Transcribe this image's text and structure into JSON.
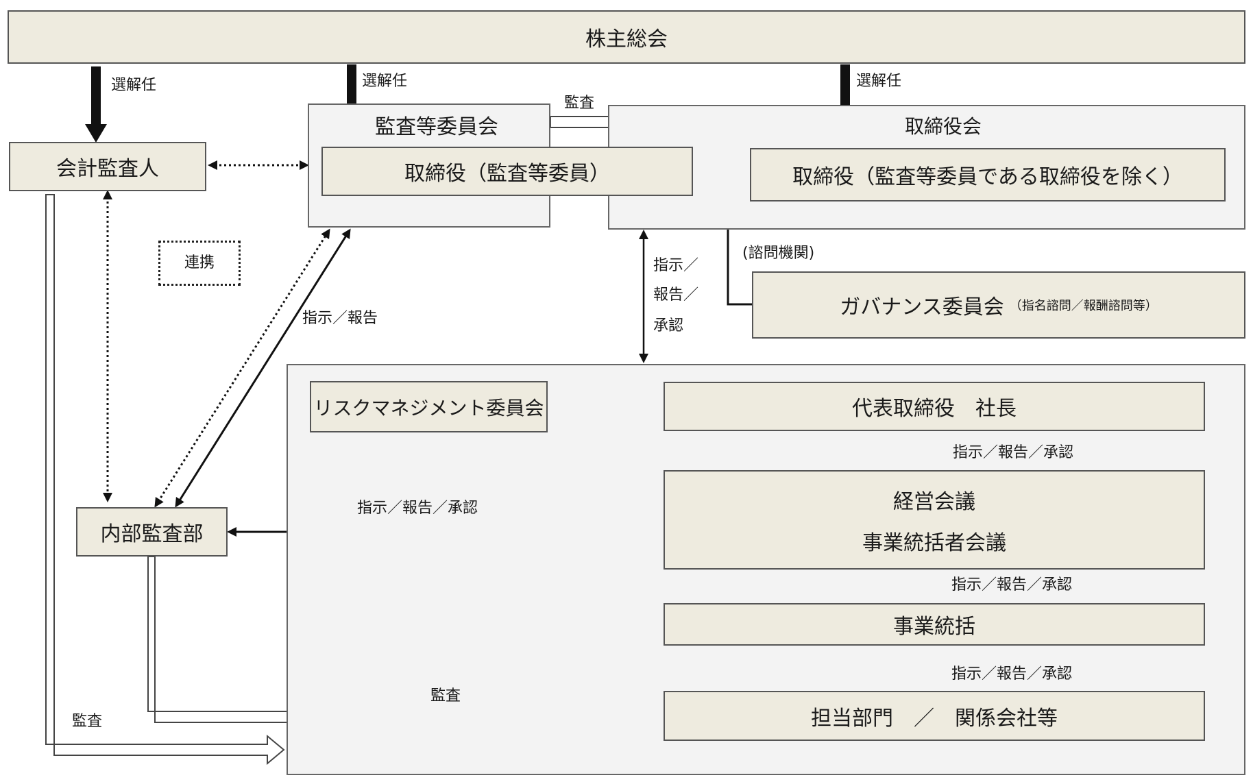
{
  "nodes": {
    "shareholders": "株主総会",
    "accounting_auditor": "会計監査人",
    "audit_committee": "監査等委員会",
    "director_audit": "取締役（監査等委員）",
    "board": "取締役会",
    "director_other": "取締役（監査等委員である取締役を除く）",
    "advisory_label": "(諮問機関)",
    "governance_committee": "ガバナンス委員会",
    "governance_note": "（指名諮問／報酬諮問等）",
    "risk_committee": "リスクマネジメント委員会",
    "president": "代表取締役　社長",
    "management_meeting_1": "経営会議",
    "management_meeting_2": "事業統括者会議",
    "business_unit": "事業統括",
    "departments": "担当部門　／　関係会社等",
    "internal_audit": "内部監査部",
    "cooperation": "連携"
  },
  "edge_labels": {
    "elect_1": "選解任",
    "elect_2": "選解任",
    "elect_3": "選解任",
    "audit_top": "監査",
    "board_exec_1": "指示／",
    "board_exec_2": "報告／",
    "board_exec_3": "承認",
    "internal_to_committee": "指示／報告",
    "president_internal": "指示／報告／承認",
    "president_mgmt": "指示／報告／承認",
    "mgmt_unit": "指示／報告／承認",
    "unit_dept": "指示／報告／承認",
    "internal_audit_dept": "監査",
    "accountant_audit": "監査"
  }
}
